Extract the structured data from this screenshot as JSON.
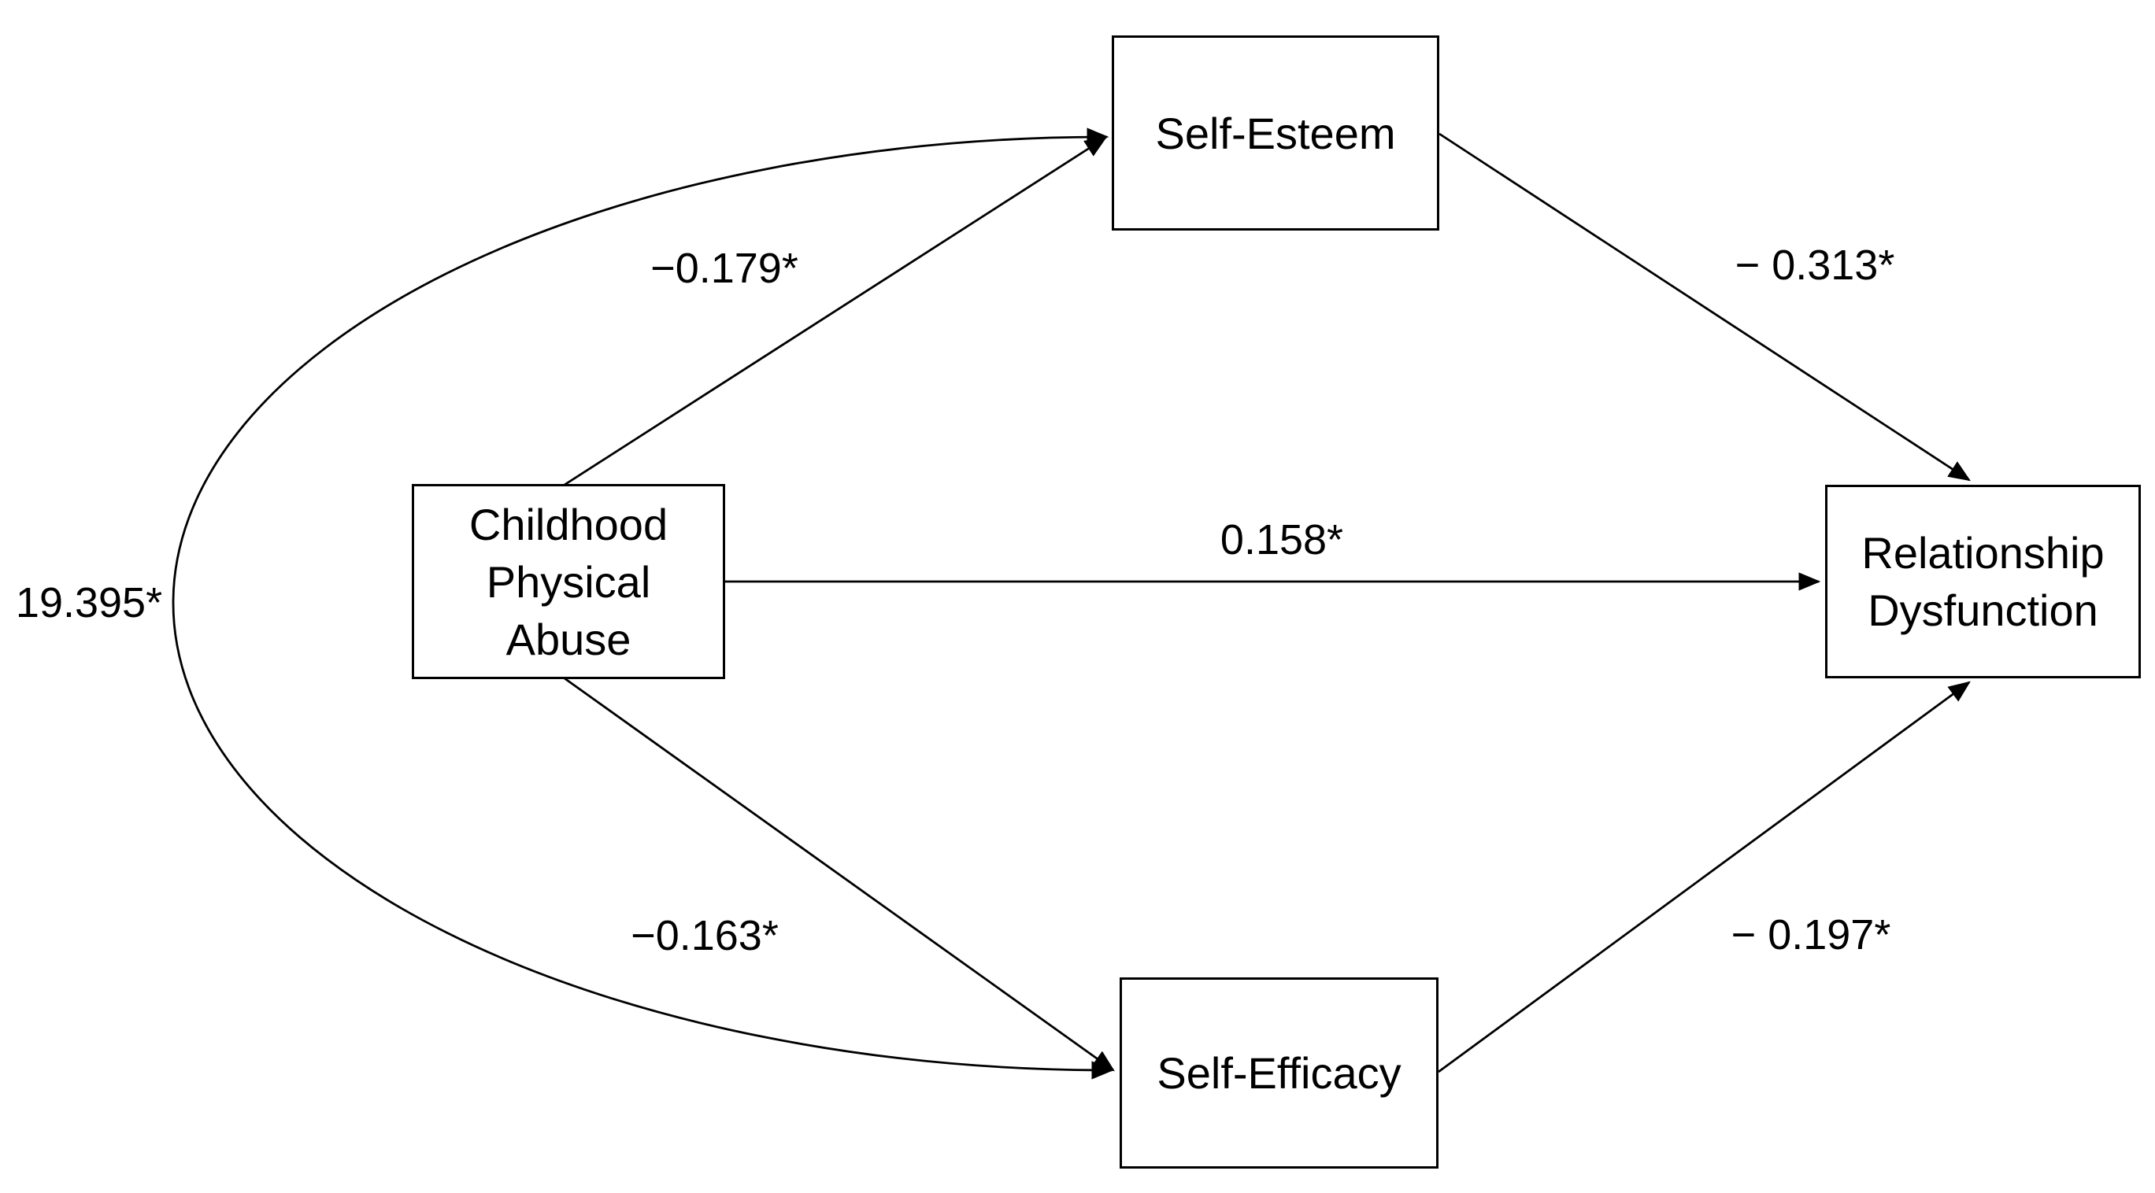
{
  "nodes": {
    "self_esteem": {
      "label": "Self-Esteem"
    },
    "childhood_physical_abuse": {
      "line1": "Childhood",
      "line2": "Physical",
      "line3": "Abuse"
    },
    "relationship_dysfunction": {
      "line1": "Relationship",
      "line2": "Dysfunction"
    },
    "self_efficacy": {
      "label": "Self-Efficacy"
    }
  },
  "edges": {
    "cpa_to_self_esteem": {
      "from": "Childhood Physical Abuse",
      "to": "Self-Esteem",
      "label": "−0.179*"
    },
    "cpa_to_relationship_dysfunction": {
      "from": "Childhood Physical Abuse",
      "to": "Relationship Dysfunction",
      "label": "0.158*"
    },
    "cpa_to_self_efficacy": {
      "from": "Childhood Physical Abuse",
      "to": "Self-Efficacy",
      "label": "−0.163*"
    },
    "self_esteem_to_relationship_dysfunction": {
      "from": "Self-Esteem",
      "to": "Relationship Dysfunction",
      "label": "− 0.313*"
    },
    "self_efficacy_to_relationship_dysfunction": {
      "from": "Self-Efficacy",
      "to": "Relationship Dysfunction",
      "label": "− 0.197*"
    },
    "self_esteem_self_efficacy_covariance": {
      "between": "Self-Esteem and Self-Efficacy",
      "label": "19.395*"
    }
  },
  "colors": {
    "line": "#000000",
    "text": "#000000",
    "background": "#ffffff"
  }
}
